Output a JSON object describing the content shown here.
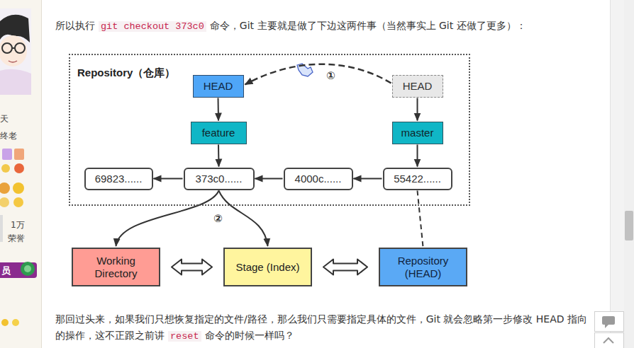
{
  "diagram": {
    "nodes": [
      {
        "text": [
          "Repository（仓库）"
        ]
      },
      {
        "text": [
          "HEAD"
        ],
        "in": 0
      },
      {
        "text": [
          "HEAD"
        ],
        "in": 0
      },
      {
        "text": [
          "feature"
        ],
        "in": 0
      },
      {
        "text": [
          "master"
        ],
        "in": 0
      },
      {
        "text": [
          "69823......"
        ],
        "in": 0
      },
      {
        "text": [
          "373c0......"
        ],
        "in": 0
      },
      {
        "text": [
          "4000c......"
        ],
        "in": 0
      },
      {
        "text": [
          "55422......"
        ],
        "in": 0
      },
      {
        "text": [
          "Working Directory"
        ]
      },
      {
        "text": [
          "Stage (Index)"
        ]
      },
      {
        "text": [
          "Repository (HEAD)"
        ]
      }
    ],
    "edges": [
      {
        "from": 2,
        "to": 1,
        "arrow": "to",
        "label": "①"
      },
      {
        "from": 1,
        "to": 3,
        "arrow": "to"
      },
      {
        "from": 2,
        "to": 4,
        "arrow": "to"
      },
      {
        "from": 3,
        "to": 6,
        "arrow": "to"
      },
      {
        "from": 4,
        "to": 8,
        "arrow": "to"
      },
      {
        "from": 6,
        "to": 5,
        "arrow": "to"
      },
      {
        "from": 7,
        "to": 6,
        "arrow": "to"
      },
      {
        "from": 8,
        "to": 7,
        "arrow": "to"
      },
      {
        "from": 6,
        "to": 9,
        "arrow": "to"
      },
      {
        "from": 6,
        "to": 10,
        "arrow": "to"
      },
      {
        "from": 9,
        "to": 10,
        "arrow": "both"
      },
      {
        "from": 10,
        "to": 11,
        "arrow": "both"
      },
      {
        "from": 8,
        "to": 11,
        "arrow": "none"
      }
    ],
    "labels": [
      "所以执行",
      "git checkout 373c0",
      "命令，Git 主要就是做了下边这两件事（当然事实上 Git 还做了更多）：",
      "②",
      "那回过头来，如果我们只想恢复指定的文件/路径，那么我们只需要指定具体的文件，Git 就会忽略第一步修改 HEAD 指向的操作，这不正跟之前讲",
      "reset",
      "命令的时候一样吗？",
      "天",
      "终老",
      "1万",
      "荣誉",
      "员"
    ]
  }
}
